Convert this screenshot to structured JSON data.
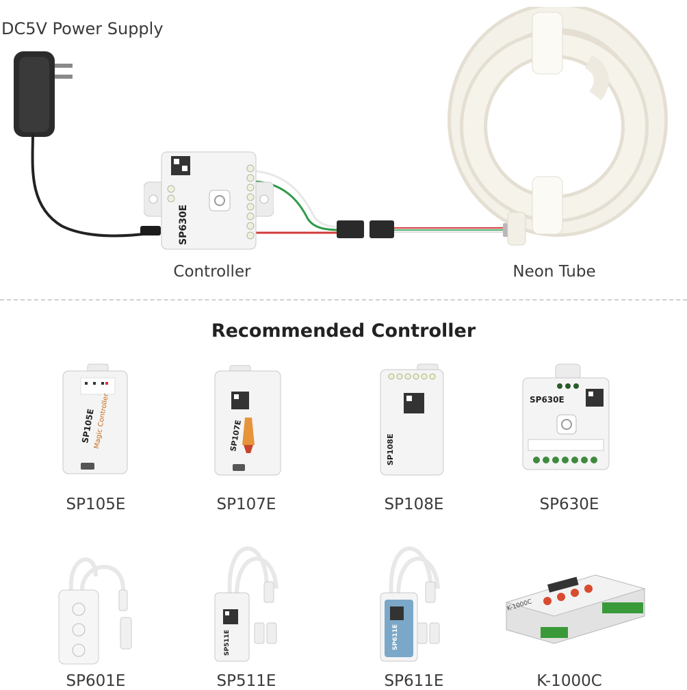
{
  "top": {
    "power_supply_label": "DC5V Power Supply",
    "controller_label": "Controller",
    "neon_tube_label": "Neon Tube",
    "controller_model_text": "SP630E"
  },
  "recommended": {
    "heading": "Recommended Controller",
    "row1": [
      {
        "name": "SP105E",
        "device_text": "SP105E",
        "device_subtext": "Magic Controller"
      },
      {
        "name": "SP107E",
        "device_text": "SP107E"
      },
      {
        "name": "SP108E",
        "device_text": "SP108E"
      },
      {
        "name": "SP630E",
        "device_text": "SP630E"
      }
    ],
    "row2": [
      {
        "name": "SP601E"
      },
      {
        "name": "SP511E",
        "device_text": "SP511E"
      },
      {
        "name": "SP611E",
        "device_text": "SP611E"
      },
      {
        "name": "K-1000C",
        "device_text": "K-1000C"
      }
    ]
  },
  "colors": {
    "wire_red": "#d23a3a",
    "wire_green": "#2f9a4a",
    "wire_black": "#222222",
    "device_white": "#f4f4f4",
    "neon_white": "#f2efe6"
  }
}
